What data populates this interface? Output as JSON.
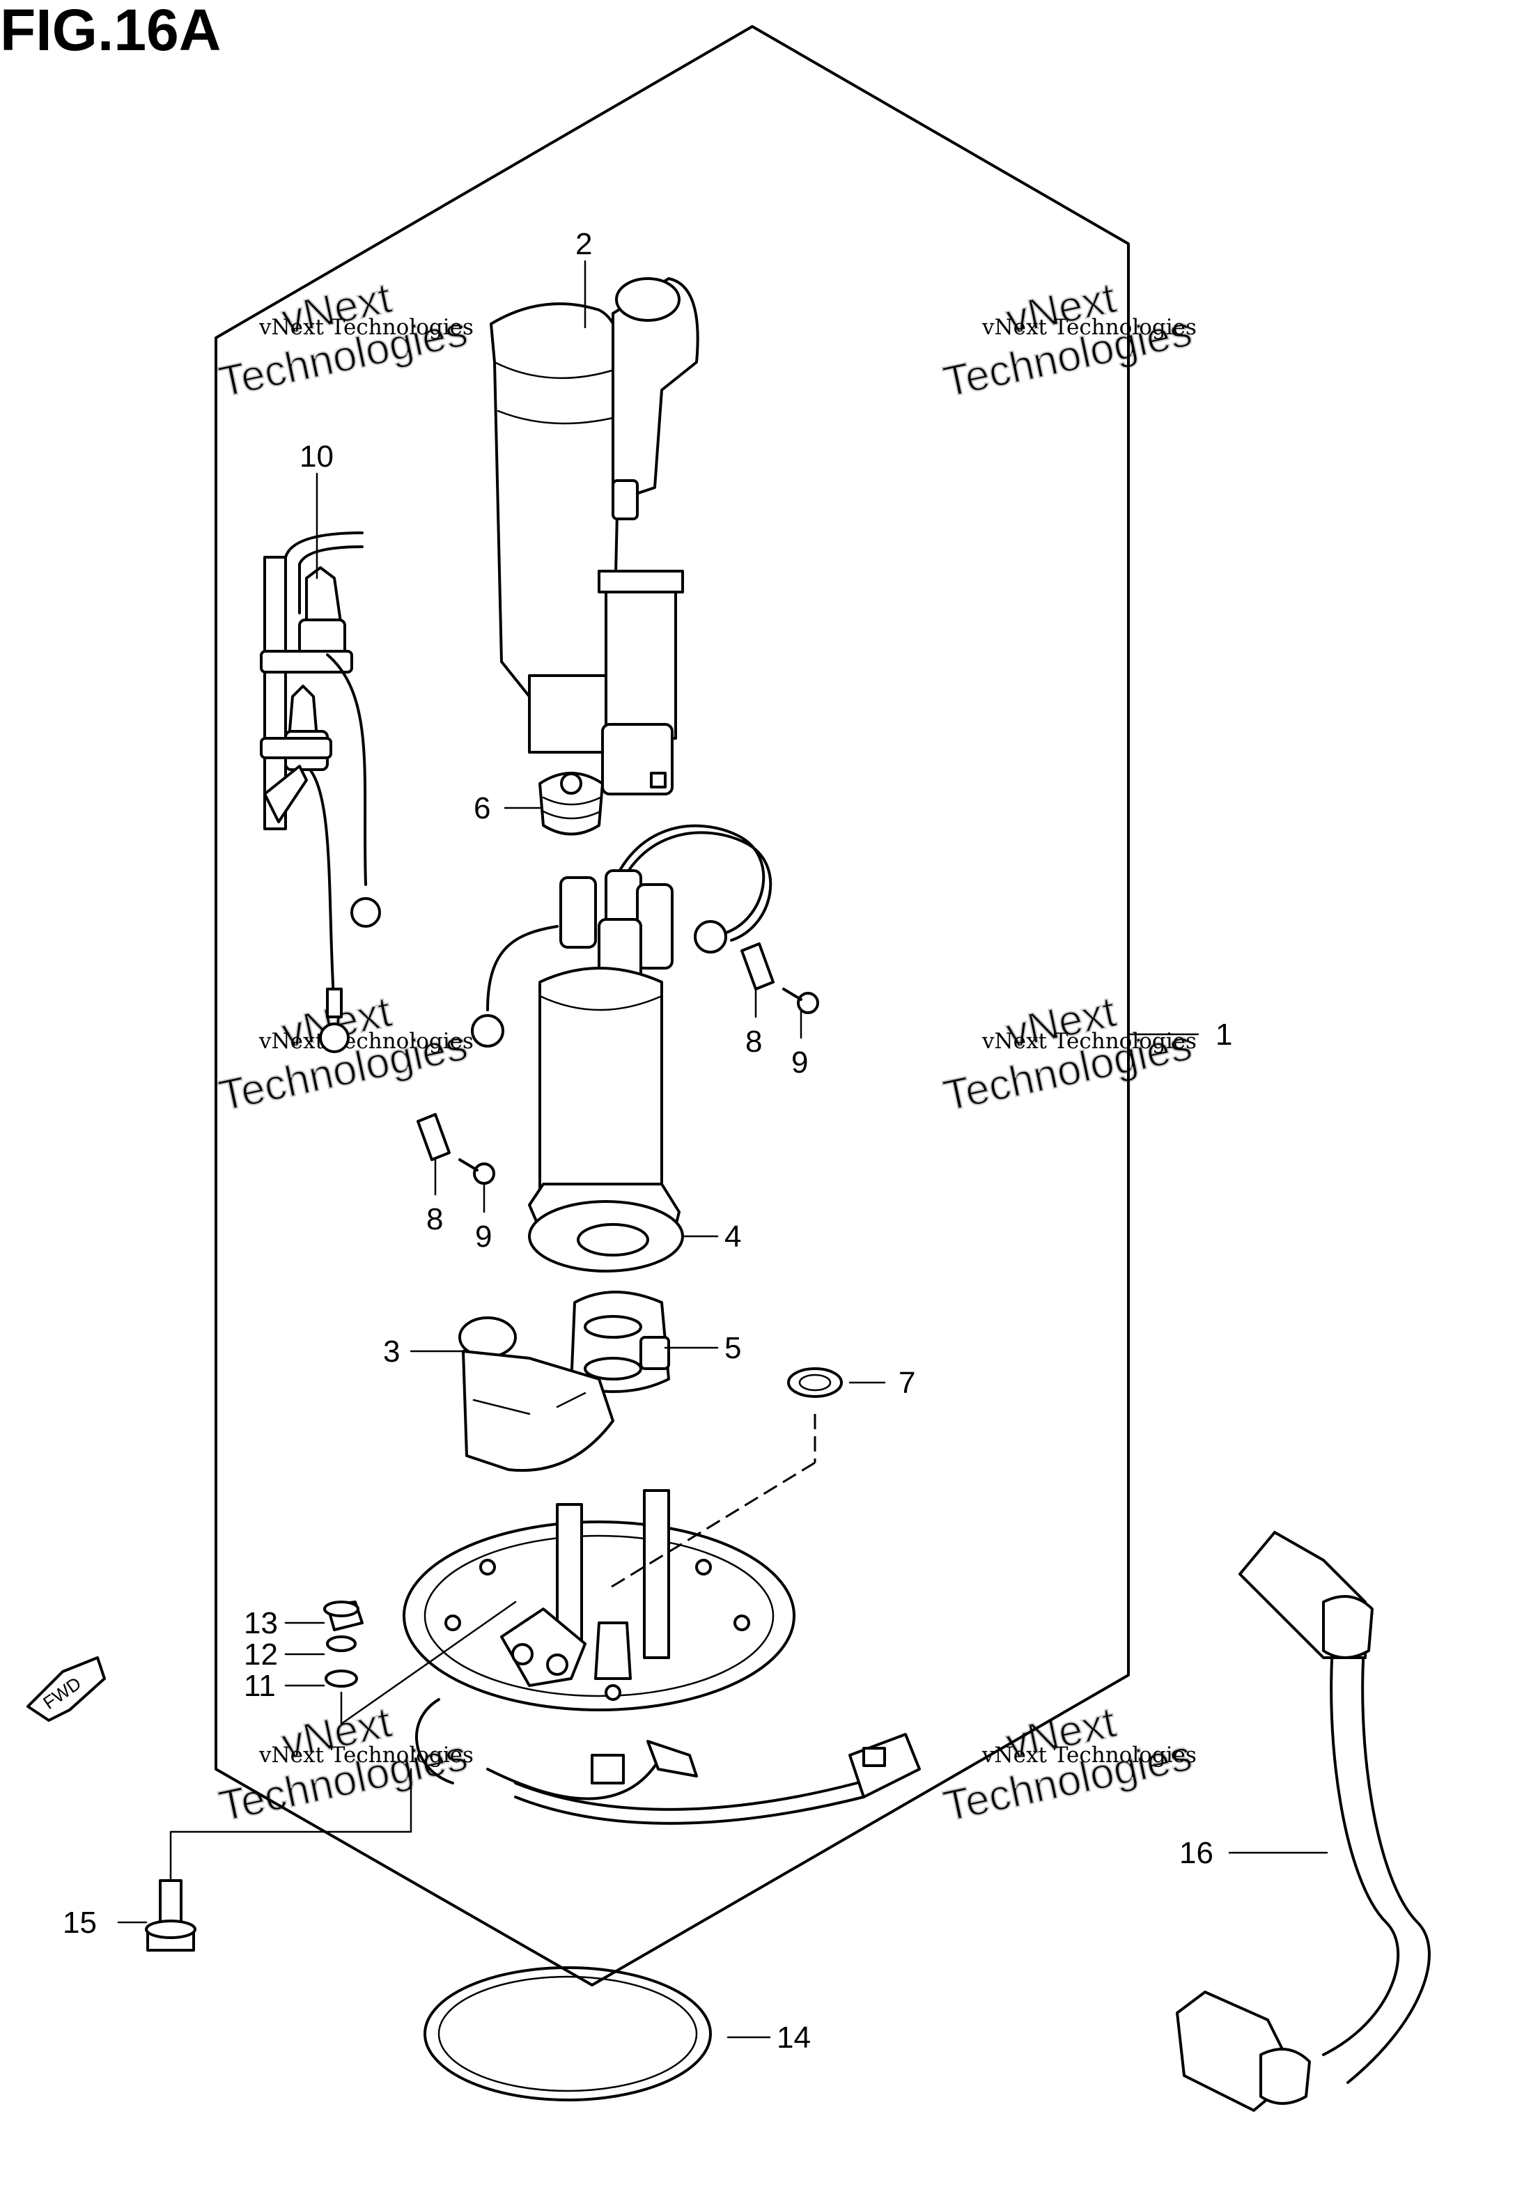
{
  "figure": {
    "title": "FIG.16A"
  },
  "callouts": [
    {
      "id": "1",
      "label": "1"
    },
    {
      "id": "2",
      "label": "2"
    },
    {
      "id": "3",
      "label": "3"
    },
    {
      "id": "4",
      "label": "4"
    },
    {
      "id": "5",
      "label": "5"
    },
    {
      "id": "6",
      "label": "6"
    },
    {
      "id": "7",
      "label": "7"
    },
    {
      "id": "8a",
      "label": "8"
    },
    {
      "id": "8b",
      "label": "8"
    },
    {
      "id": "9a",
      "label": "9"
    },
    {
      "id": "9b",
      "label": "9"
    },
    {
      "id": "10",
      "label": "10"
    },
    {
      "id": "11",
      "label": "11"
    },
    {
      "id": "12",
      "label": "12"
    },
    {
      "id": "13",
      "label": "13"
    },
    {
      "id": "14",
      "label": "14"
    },
    {
      "id": "15",
      "label": "15"
    },
    {
      "id": "16",
      "label": "16"
    }
  ],
  "watermark": {
    "line1": "vNext Technologies",
    "line2": "Technologies",
    "line3": "vNext"
  },
  "fwd_label": "FWD"
}
